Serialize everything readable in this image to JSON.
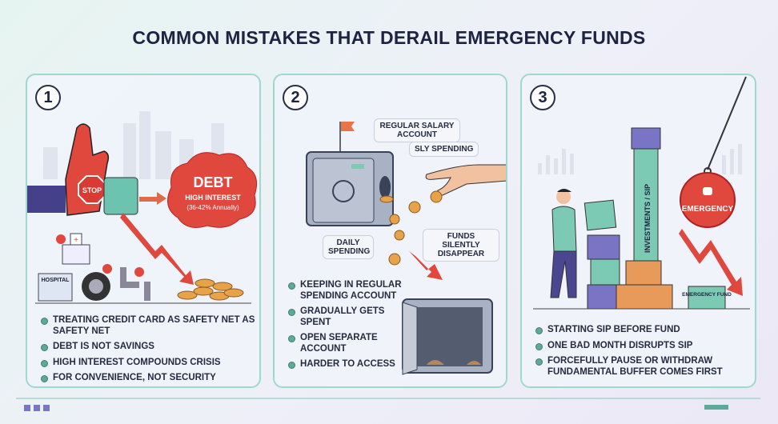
{
  "title": "COMMON MISTAKES THAT DERAIL EMERGENCY FUNDS",
  "colors": {
    "teal": "#5ea99a",
    "red": "#e0483e",
    "navy": "#1d2340",
    "purple": "#7a74c4",
    "orange": "#e89a5a",
    "border": "#9fd8cc"
  },
  "panels": [
    {
      "number": "1",
      "labels": {
        "stop": "STOP",
        "debt": "DEBT",
        "high_interest": "HIGH INTEREST",
        "rate": "(36-42% Annually)",
        "hospital": "HOSPITAL"
      },
      "icons": [
        "stop-hand-icon",
        "credit-card-icon",
        "debt-cloud-icon",
        "hospital-icon",
        "tire-icon",
        "broken-pipe-icon",
        "coins-icon",
        "down-arrow-icon"
      ],
      "bullets": [
        "Treating credit card as safety net as safety net",
        "Debt is not savings",
        "High interest compounds crisis",
        "For convenience, not security"
      ]
    },
    {
      "number": "2",
      "labels": {
        "salary": "REGULAR SALARY ACCOUNT",
        "sly": "SLY SPENDING",
        "daily": "DAILY SPENDING",
        "funds": "FUNDS SILENTLY DISAPPEAR"
      },
      "icons": [
        "safe-icon",
        "hand-icon",
        "coins-icon",
        "down-arrow-icon",
        "empty-safe-icon"
      ],
      "bullets": [
        "Keeping in regular spending account",
        "Gradually gets spent",
        "Open separate account",
        "Harder to access"
      ]
    },
    {
      "number": "3",
      "labels": {
        "tower": "INVESTMENTS / SIP",
        "ball": "EMERGENCY",
        "fund": "EMERGENCY FUND"
      },
      "icons": [
        "person-icon",
        "blocks-icon",
        "wrecking-ball-icon",
        "down-arrow-icon"
      ],
      "bullets": [
        "Starting SIP before fund",
        "One bad month disrupts SIP",
        "Forcefully pause or withdraw fundamental buffer comes first"
      ]
    }
  ]
}
